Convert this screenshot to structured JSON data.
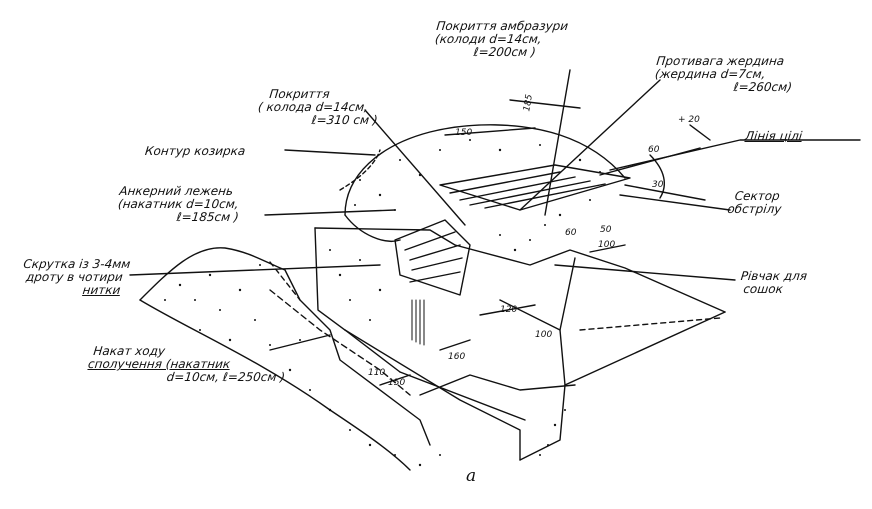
{
  "figure_letter": "а",
  "labels": {
    "embrasure_cover_line1": "Покриття амбразури",
    "embrasure_cover_line2": "(колоди d=14см,",
    "embrasure_cover_line3": "ℓ=200см )",
    "counter_weight_line1": "Противага жердина",
    "counter_weight_line2": "(жердина d=7см,",
    "counter_weight_line3": "ℓ=260см)",
    "cover_line1": "Покриття",
    "cover_line2": "( колода d=14см,",
    "cover_line3": "ℓ=310 см )",
    "aiming_line": "Лінія цілі",
    "contour": "Контур козирка",
    "anchor_line1": "Анкерний лежень",
    "anchor_line2": "(накатник d=10см,",
    "anchor_line3": "ℓ=185см )",
    "sector_line1": "Сектор",
    "sector_line2": "обстрілу",
    "wire_line1": "Скрутка із 3-4мм",
    "wire_line2": "дроту в чотири",
    "wire_line3": "нитки",
    "niche_line1": "Рівчак для",
    "niche_line2": "сошок",
    "passage_line1": "Накат ходу",
    "passage_line2": "сполучення (накатник",
    "passage_line3": "d=10см, ℓ=250см )"
  },
  "dimensions": {
    "d185": "185",
    "d150": "150",
    "d60": "60",
    "d30": "30",
    "d20": "+ 20",
    "d100": "100",
    "d120": "120",
    "d60b": "60",
    "d50": "50",
    "d150b": "150",
    "d160": "160",
    "d100b": "100",
    "d110": "110"
  },
  "colors": {
    "ink": "#111111",
    "paper": "#ffffff"
  }
}
